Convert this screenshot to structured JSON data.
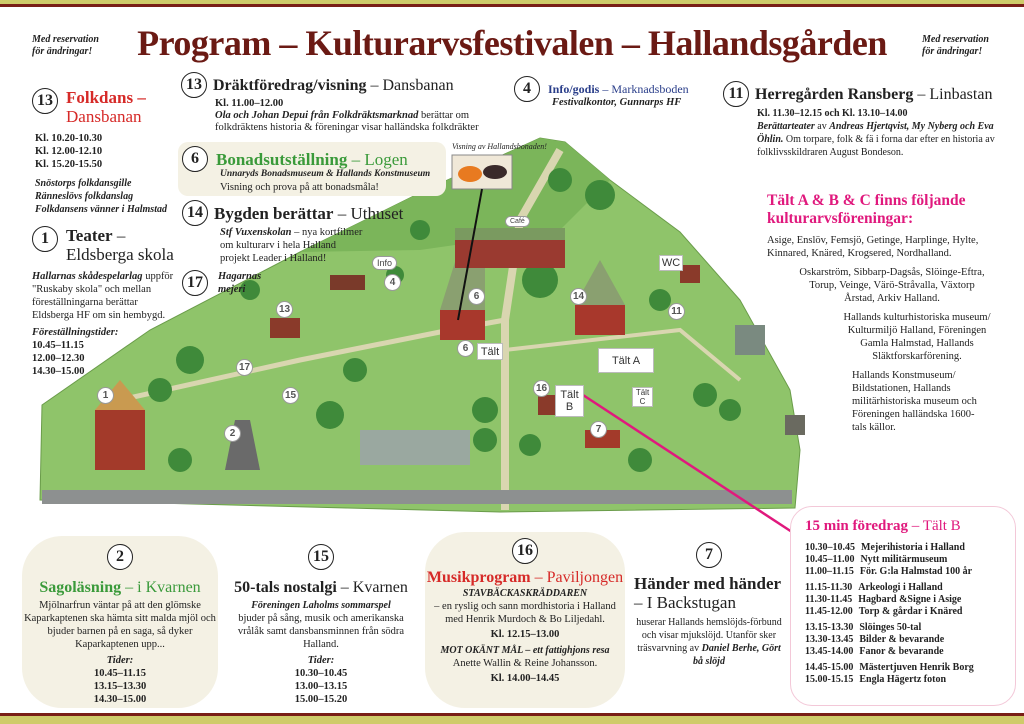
{
  "header": {
    "title": "Program – Kulturarvsfestivalen – Hallandsgården",
    "note_left": [
      "Med reservation",
      "för ändringar!"
    ],
    "note_right": [
      "Med reservation",
      "för ändringar!"
    ]
  },
  "folkdans": {
    "num": "13",
    "title": "Folkdans –",
    "place": "Dansbanan",
    "times": [
      "Kl. 10.20-10.30",
      "Kl. 12.00-12.10",
      "Kl. 15.20-15.50"
    ],
    "groups": [
      "Snöstorps folkdansgille",
      "Ränneslövs folkdanslag",
      "Folkdansens vänner i Halmstad"
    ]
  },
  "teater": {
    "num": "1",
    "title": "Teater",
    "place": "Eldsberga skola",
    "org": "Hallarnas skådespelarlag",
    "text1": " uppför \"Ruskaby skola\" och mellan föreställningarna berättar Eldsberga HF om sin hembygd.",
    "times_label": "Föreställningstider:",
    "times": [
      "10.45–11.15",
      "12.00–12.30",
      "14.30–15.00"
    ]
  },
  "drakt": {
    "num": "13",
    "title": "Dräktföredrag/visning",
    "place": "Dansbanan",
    "time": "Kl. 11.00–12.00",
    "org": "Ola och Johan Depui från Folkdräktsmarknad",
    "text": " berättar om folkdräktens historia & föreningar visar halländska folkdräkter"
  },
  "info": {
    "num": "4",
    "title": "Info/godis",
    "place": "Marknadsboden",
    "sub": "Festivalkontor, Gunnarps HF"
  },
  "bonad": {
    "num": "6",
    "title": "Bonadsutställning",
    "place": "Logen",
    "org": "Unnaryds Bonadsmuseum & Hallands Konstmuseum",
    "text": "Visning och prova på att bonadsmåla!",
    "caption": "Visning av Hallandsbonaden!"
  },
  "bygden": {
    "num": "14",
    "title": "Bygden berättar",
    "place": "Uthuset",
    "org": "Stf  Vuxenskolan",
    "text": " – nya kortfilmer om kulturarv i hela Halland projekt Leader i Halland!"
  },
  "mejeri": {
    "num": "17",
    "title": "Hagarnas mejeri"
  },
  "herregard": {
    "num": "11",
    "title": "Herregården Ransberg",
    "place": "Linbastan",
    "time": "Kl. 11.30–12.15 och Kl. 13.10–14.00",
    "org": "Berättarteater",
    "mid": " av ",
    "names": "Andreas Hjertqvist, My Nyberg och Eva Öhlin.",
    "text": " Om torpare, folk & fä i forna dar efter en historia av folklivsskildraren August Bondeson."
  },
  "talt": {
    "title": "Tält A & B & C finns följande kulturarvsföreningar:",
    "groups": [
      "Asige, Enslöv, Femsjö, Getinge, Harplinge, Hylte, Kinnared, Knäred, Krogsered, Nordhalland.",
      "Oskarström, Sibbarp-Dagsås, Slöinge-Eftra, Torup, Veinge, Värö-Stråvalla, Växtorp Årstad, Arkiv Halland.",
      "Hallands kulturhistoriska museum/ Kulturmiljö Halland, Föreningen Gamla Halmstad, Hallands Släktforskarförening.",
      "Hallands Konstmuseum/ Bildstationen, Hallands militärhistoriska museum och Föreningen halländska 1600-tals källor."
    ]
  },
  "saga": {
    "num": "2",
    "title": "Sagoläsning",
    "place": "i Kvarnen",
    "text": "Mjölnarfrun väntar på att den glömske Kaparkaptenen ska hämta sitt malda mjöl och bjuder barnen på en saga, så dyker Kaparkaptenen upp...",
    "times_label": "Tider:",
    "times": [
      "10.45–11.15",
      "13.15–13.30",
      "14.30–15.00"
    ]
  },
  "nostalgi": {
    "num": "15",
    "title": "50-tals nostalgi",
    "place": "Kvarnen",
    "org": "Föreningen Laholms sommarspel",
    "text": "bjuder på sång, musik och amerikanska vrålåk samt dansbansminnen från södra Halland.",
    "times_label": "Tider:",
    "times": [
      "10.30–10.45",
      "13.00–13.15",
      "15.00–15.20"
    ]
  },
  "musik": {
    "num": "16",
    "title": "Musikprogram",
    "place": "Paviljongen",
    "show1": "STAVBÄCKASKRÄDDAREN",
    "text1": "– en ryslig och sann mordhistoria i Halland med Henrik Murdoch & Bo Liljedahl.",
    "time1": "Kl. 12.15–13.00",
    "show2": "MOT OKÄNT MÅL – ett fattighjons resa",
    "text2": "Anette Wallin & Reine Johansson.",
    "time2": "Kl. 14.00–14.45"
  },
  "hander": {
    "num": "7",
    "title": "Händer med händer",
    "place": "– I Backstugan",
    "text": "huserar Hallands hemslöjds-förbund och visar mjukslöjd. Utanför sker träsvarvning av ",
    "names": "Daniel Berhe, Gört bå slöjd"
  },
  "foredrag": {
    "title": "15 min föredrag",
    "place": "Tält B",
    "groups": [
      [
        [
          "10.30–10.45",
          "Mejerihistoria i Halland"
        ],
        [
          "10.45–11.00",
          "Nytt militärmuseum"
        ],
        [
          "11.00–11.15",
          "För. G:la Halmstad 100 år"
        ]
      ],
      [
        [
          "11.15-11.30",
          "Arkeologi i Halland"
        ],
        [
          "11.30-11.45",
          "Hagbard &Signe i Asige"
        ],
        [
          "11.45-12.00",
          "Torp & gårdar i Knäred"
        ]
      ],
      [
        [
          "13.15-13.30",
          "Slöinges 50-tal"
        ],
        [
          "13.30-13.45",
          "Bilder & bevarande"
        ],
        [
          "13.45-14.00",
          "Fanor & bevarande"
        ]
      ],
      [
        [
          "14.45-15.00",
          "Mästertjuven Henrik Borg"
        ],
        [
          "15.00-15.15",
          "Engla Hägertz foton"
        ]
      ]
    ]
  },
  "map": {
    "markers": [
      "1",
      "2",
      "15",
      "17",
      "13",
      "4",
      "6",
      "6",
      "14",
      "11",
      "16",
      "7"
    ],
    "info": "Info",
    "cafe": "Café",
    "wc": "WC",
    "talt": "Tält",
    "talt_a": "Tält A",
    "talt_b": "Tält\nB",
    "talt_c": "Tält\nC"
  },
  "colors": {
    "title": "#6b1a14",
    "band": "#cfcb6a",
    "pink": "#e0197d",
    "red": "#d62a28",
    "green": "#3a9a3a"
  }
}
